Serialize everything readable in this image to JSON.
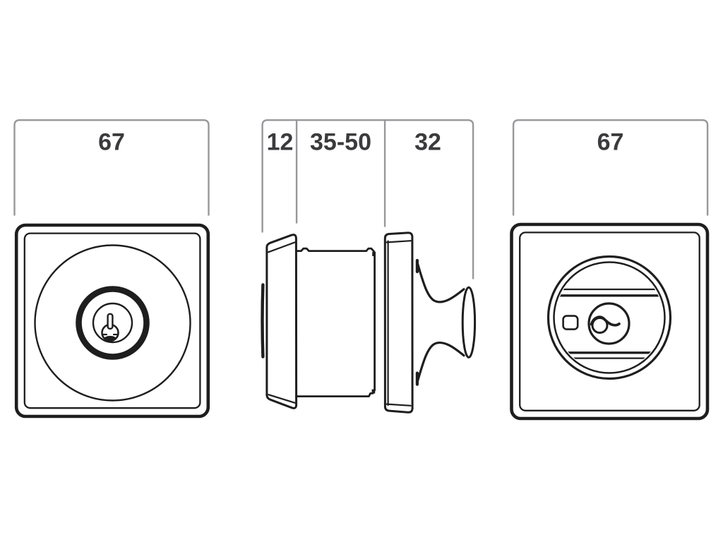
{
  "diagram": {
    "background": "#ffffff",
    "line_color": "#1e1e1e",
    "dimension_line_color": "#97989b",
    "text_color": "#3b3b3d",
    "views": [
      {
        "id": "front-exterior-view",
        "dimension_labels": [
          "67"
        ]
      },
      {
        "id": "side-profile-view",
        "dimension_labels": [
          "12",
          "35-50",
          "32"
        ]
      },
      {
        "id": "rear-interior-view",
        "dimension_labels": [
          "67"
        ]
      }
    ],
    "labels": {
      "front_width": "67",
      "side_dim_left": "12",
      "side_dim_middle": "35-50",
      "side_dim_right": "32",
      "rear_width": "67"
    }
  }
}
